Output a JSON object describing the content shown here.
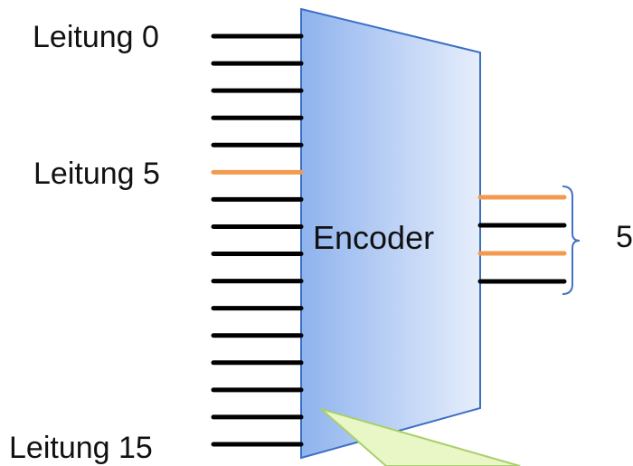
{
  "diagram": {
    "input_labels": {
      "first": "Leitung 0",
      "middle": "Leitung 5",
      "last": "Leitung 15"
    },
    "block_label": "Encoder",
    "output_value": "5",
    "input_lines": {
      "count": 16,
      "highlighted_index": 5
    },
    "output_lines": {
      "count": 4,
      "highlighted_indices": [
        0,
        2
      ]
    },
    "colors": {
      "line_default": "#000000",
      "line_highlight": "#f39a4f",
      "block_fill_left": "#8fb3ee",
      "block_fill_right": "#e6eefb",
      "block_stroke": "#3b6fc4",
      "brace": "#4472c4",
      "callout_fill": "#e9f6c6",
      "callout_stroke": "#a9cf6d"
    }
  }
}
